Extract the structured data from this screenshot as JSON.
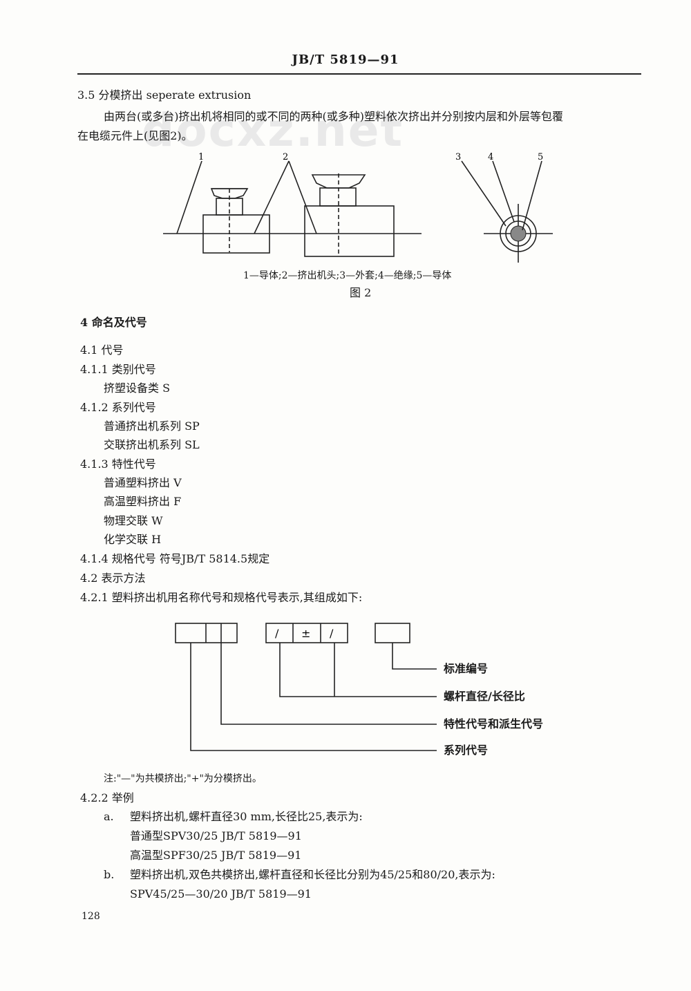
{
  "header": {
    "code": "JB/T 5819—91"
  },
  "watermark": "docxz.net",
  "s35": {
    "title": "3.5  分模挤出 seperate extrusion",
    "para_line1": "由两台(或多台)挤出机将相同的或不同的两种(或多种)塑料依次挤出并分别按内层和外层等包覆",
    "para_line2": "在电缆元件上(见图2)。"
  },
  "figure2": {
    "labels": [
      "1",
      "2",
      "3",
      "4",
      "5"
    ],
    "legend": "1—导体;2—挤出机头;3—外套;4—绝缘;5—导体",
    "caption": "图 2"
  },
  "s4": {
    "title": "4  命名及代号",
    "s41": "4.1  代号",
    "s411": "4.1.1  类别代号",
    "s411_item": "挤塑设备类   S",
    "s412": "4.1.2  系列代号",
    "s412_items": [
      "普通挤出机系列   SP",
      "交联挤出机系列   SL"
    ],
    "s413": "4.1.3  特性代号",
    "s413_items": [
      "普通塑料挤出   V",
      "高温塑料挤出   F",
      "物理交联   W",
      "化学交联   H"
    ],
    "s414": "4.1.4  规格代号    符号JB/T 5814.5规定",
    "s42": "4.2  表示方法",
    "s421": "4.2.1  塑料挤出机用名称代号和规格代号表示,其组成如下:"
  },
  "code_diagram": {
    "box_symbols": [
      "/",
      "±",
      "/"
    ],
    "labels": [
      "标准编号",
      "螺杆直径/长径比",
      "特性代号和派生代号",
      "系列代号"
    ]
  },
  "note": "注:\"—\"为共模挤出;\"+\"为分模挤出。",
  "s422": {
    "title": "4.2.2  举例",
    "a_marker": "a.",
    "a_text": "塑料挤出机,螺杆直径30 mm,长径比25,表示为:",
    "a_line1": "普通型SPV30/25   JB/T 5819—91",
    "a_line2": "高温型SPF30/25   JB/T 5819—91",
    "b_marker": "b.",
    "b_text": "塑料挤出机,双色共模挤出,螺杆直径和长径比分别为45/25和80/20,表示为:",
    "b_line1": "SPV45/25—30/20   JB/T 5819—91"
  },
  "page_number": "128"
}
